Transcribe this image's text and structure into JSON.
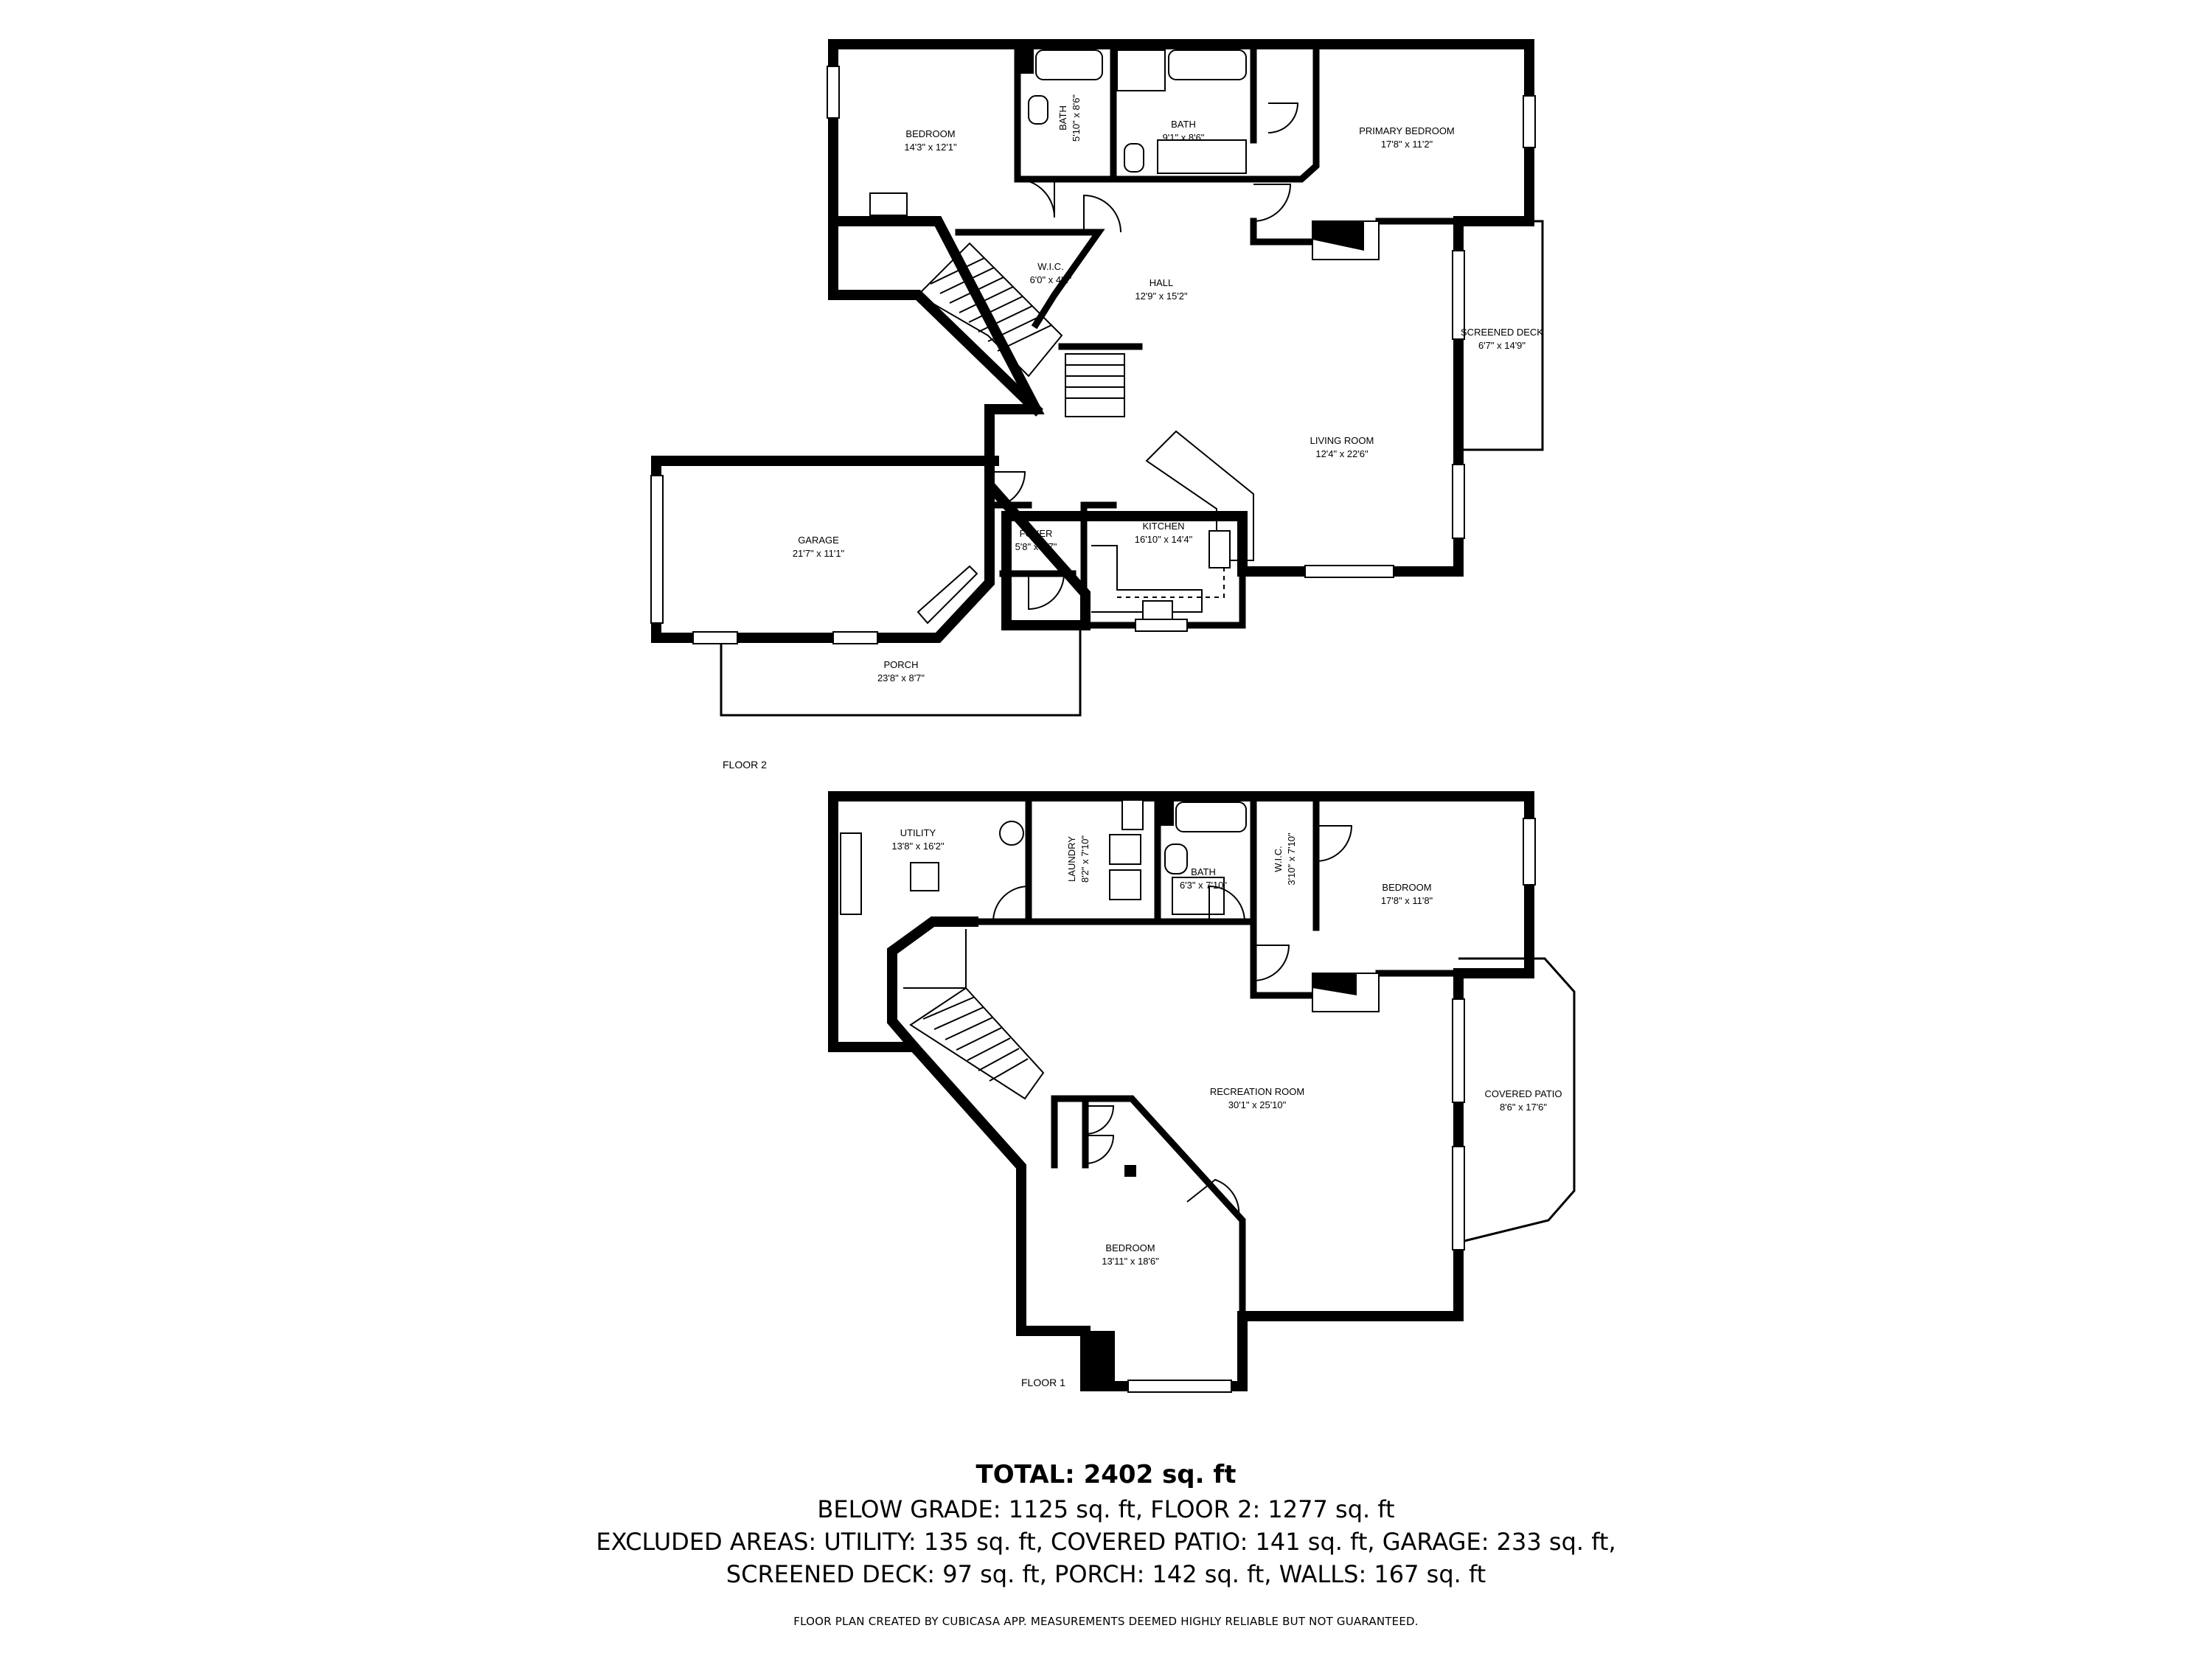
{
  "floor2": {
    "label": "FLOOR 2",
    "rooms": {
      "bedroom": {
        "name": "BEDROOM",
        "dims": "14'3\" x 12'1\""
      },
      "bath_a": {
        "name": "BATH",
        "dims": "5'10\" x 8'6\""
      },
      "bath_b": {
        "name": "BATH",
        "dims": "9'1\" x 8'6\""
      },
      "primary_bedroom": {
        "name": "PRIMARY BEDROOM",
        "dims": "17'8\" x 11'2\""
      },
      "wic": {
        "name": "W.I.C.",
        "dims": "6'0\" x 4'2\""
      },
      "hall": {
        "name": "HALL",
        "dims": "12'9\" x 15'2\""
      },
      "screened_deck": {
        "name": "SCREENED DECK",
        "dims": "6'7\" x 14'9\""
      },
      "living_room": {
        "name": "LIVING ROOM",
        "dims": "12'4\" x 22'6\""
      },
      "garage": {
        "name": "GARAGE",
        "dims": "21'7\" x 11'1\""
      },
      "foyer": {
        "name": "FOYER",
        "dims": "5'8\" x 4'7\""
      },
      "kitchen": {
        "name": "KITCHEN",
        "dims": "16'10\" x 14'4\""
      },
      "porch": {
        "name": "PORCH",
        "dims": "23'8\" x 8'7\""
      }
    }
  },
  "floor1": {
    "label": "FLOOR 1",
    "rooms": {
      "utility": {
        "name": "UTILITY",
        "dims": "13'8\" x 16'2\""
      },
      "laundry": {
        "name": "LAUNDRY",
        "dims": "8'2\" x 7'10\""
      },
      "bath": {
        "name": "BATH",
        "dims": "6'3\" x 7'10\""
      },
      "wic": {
        "name": "W.I.C.",
        "dims": "3'10\" x 7'10\""
      },
      "bedroom_ne": {
        "name": "BEDROOM",
        "dims": "17'8\" x 11'8\""
      },
      "recreation_room": {
        "name": "RECREATION ROOM",
        "dims": "30'1\" x 25'10\""
      },
      "covered_patio": {
        "name": "COVERED PATIO",
        "dims": "8'6\" x 17'6\""
      },
      "bedroom_sw": {
        "name": "BEDROOM",
        "dims": "13'11\" x 18'6\""
      }
    }
  },
  "summary": {
    "total": "TOTAL: 2402 sq. ft",
    "line1": "BELOW GRADE: 1125 sq. ft, FLOOR 2: 1277 sq. ft",
    "line2": "EXCLUDED AREAS: UTILITY: 135 sq. ft, COVERED PATIO: 141 sq. ft, GARAGE: 233 sq. ft,",
    "line3": "SCREENED DECK: 97 sq. ft, PORCH: 142 sq. ft, WALLS: 167 sq. ft",
    "credit": "FLOOR PLAN CREATED BY CUBICASA APP. MEASUREMENTS DEEMED HIGHLY RELIABLE BUT NOT GUARANTEED."
  }
}
